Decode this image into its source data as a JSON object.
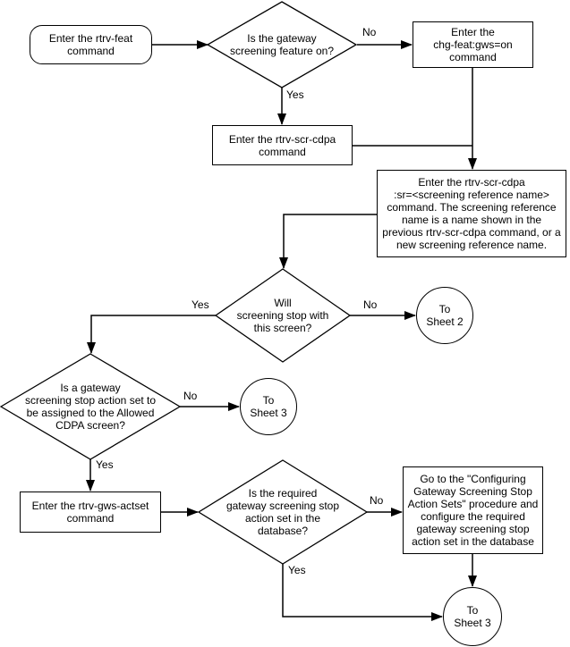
{
  "colors": {
    "background": "#ffffff",
    "line": "#000000",
    "text": "#000000",
    "node_fill": "#ffffff"
  },
  "nodes": {
    "start": {
      "label": "Enter the rtrv-feat\ncommand"
    },
    "gws_q": {
      "label": "Is the gateway\nscreening feature on?"
    },
    "chg_feat": {
      "label": "Enter the\nchg-feat:gws=on\ncommand"
    },
    "rtrv_scr_cdpa": {
      "label": "Enter the rtrv-scr-cdpa\ncommand"
    },
    "rtrv_scr_cdpa_sr": {
      "label": "Enter the rtrv-scr-cdpa\n:sr=<screening reference name>\ncommand. The screening reference\nname is a name shown in the\nprevious rtrv-scr-cdpa command, or a\nnew screening reference name."
    },
    "stop_q": {
      "label": "Will\nscreening stop with\nthis screen?"
    },
    "sheet2": {
      "label": "To\nSheet 2"
    },
    "actset_q": {
      "label": "Is a gateway\nscreening stop action set to\nbe assigned to the Allowed\nCDPA screen?"
    },
    "sheet3_mid": {
      "label": "To\nSheet 3"
    },
    "rtrv_gws_actset": {
      "label": "Enter the rtrv-gws-actset\ncommand"
    },
    "db_q": {
      "label": "Is the required\ngateway screening stop\naction set in the\ndatabase?"
    },
    "configure": {
      "label": "Go to the \"Configuring\nGateway Screening Stop\nAction Sets\" procedure and\nconfigure the required\ngateway screening stop\naction set in the database"
    },
    "sheet3_bottom": {
      "label": "To\nSheet 3"
    }
  },
  "edge_labels": {
    "gws_no": "No",
    "gws_yes": "Yes",
    "stop_no": "No",
    "stop_yes": "Yes",
    "actset_no": "No",
    "actset_yes": "Yes",
    "db_no": "No",
    "db_yes": "Yes"
  }
}
